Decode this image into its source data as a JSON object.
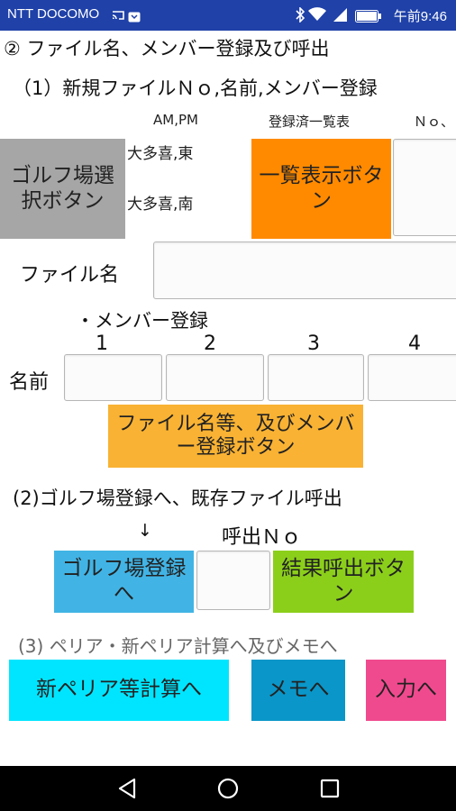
{
  "status_bar": {
    "carrier": "NTT DOCOMO",
    "time": "午前9:46",
    "left_icons": [
      "cast-icon",
      "message-icon"
    ],
    "right_icons": [
      "bluetooth-icon",
      "wifi-icon",
      "signal-icon",
      "battery-icon"
    ]
  },
  "section2": {
    "title": "② ファイル名、メンバー登録及び呼出",
    "sub1": "（1）新規ファイルＮｏ,名前,メンバー登録",
    "header_ampm": "AM,PM",
    "header_list": "登録済一覧表",
    "header_no": "Ｎｏ、",
    "golf_select_label": "ゴルフ場選択ボタン",
    "course_east": "大多喜,東",
    "course_south": "大多喜,南",
    "list_button_label": "一覧表示ボタン",
    "file_name_label": "ファイル名",
    "member_heading": "・メンバー登録",
    "member_numbers": [
      "1",
      "2",
      "3",
      "4"
    ],
    "name_label": "名前",
    "file_reg_button_label": "ファイル名等、及びメンバー登録ボタン"
  },
  "section_b": {
    "title": "(2)ゴルフ場登録へ、既存ファイル呼出",
    "arrow": "↓",
    "call_no_label": "呼出Ｎｏ",
    "golf_reg_button_label": "ゴルフ場登録へ",
    "result_button_label": "結果呼出ボタン"
  },
  "section_c": {
    "title": "(3) ペリア・新ペリア計算へ及びメモへ",
    "peria_button_label": "新ペリア等計算へ",
    "memo_button_label": "メモへ",
    "input_button_label": "入力へ"
  },
  "navbar": {
    "icons": [
      "back-icon",
      "home-icon",
      "recent-apps-icon"
    ]
  }
}
